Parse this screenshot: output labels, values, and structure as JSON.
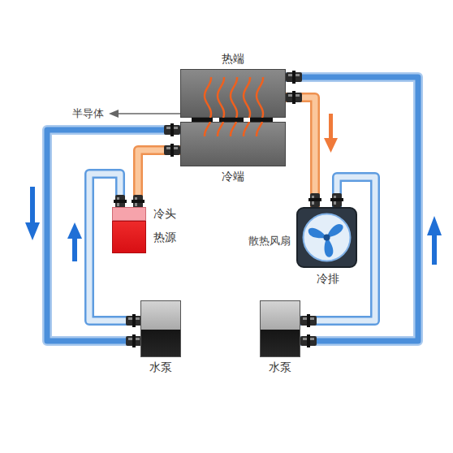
{
  "diagram": {
    "nodes": [
      {
        "text": [
          "热端"
        ]
      },
      {
        "text": [
          "冷端"
        ]
      },
      {
        "text": [
          "冷头"
        ]
      },
      {
        "text": [
          "热源"
        ]
      },
      {
        "text": [
          "冷排"
        ]
      },
      {
        "text": [
          "水泵"
        ]
      },
      {
        "text": [
          "水泵"
        ]
      }
    ],
    "edges": [
      {
        "from": 2,
        "to": 1,
        "arrow": "none"
      },
      {
        "from": 1,
        "to": 5,
        "arrow": "none"
      },
      {
        "from": 5,
        "to": 2,
        "arrow": "none"
      },
      {
        "from": 0,
        "to": 4,
        "arrow": "none"
      },
      {
        "from": 4,
        "to": 6,
        "arrow": "none"
      },
      {
        "from": 6,
        "to": 0,
        "arrow": "none"
      }
    ],
    "labels": [
      "半导体",
      "散热风扇"
    ]
  }
}
